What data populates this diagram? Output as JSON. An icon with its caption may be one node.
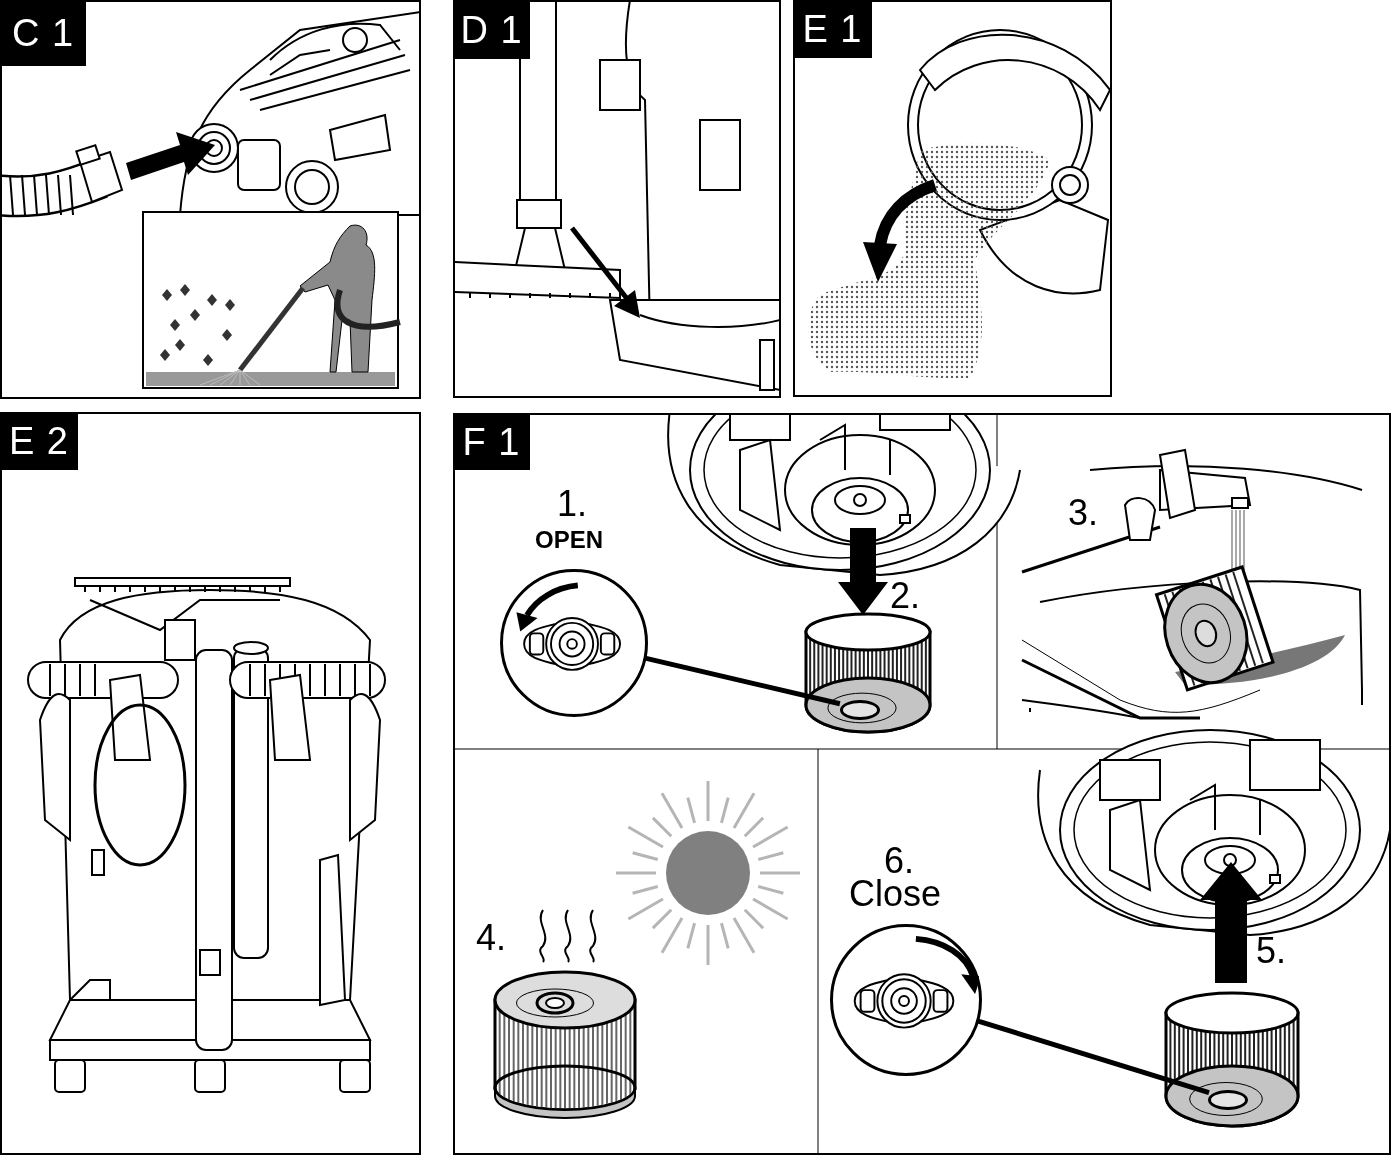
{
  "diagram": {
    "nodes": [
      {
        "text": [
          "C 1"
        ]
      },
      {
        "text": [
          "D 1"
        ]
      },
      {
        "text": [
          "E 1"
        ]
      },
      {
        "text": [
          "E 2"
        ]
      },
      {
        "text": [
          "F 1"
        ]
      },
      {
        "text": [],
        "shape": "circle",
        "in": 4
      },
      {
        "text": [],
        "shape": "circle",
        "in": 4
      },
      {
        "text": [],
        "shape": "circle",
        "in": 4
      },
      {
        "text": [],
        "shape": "circle",
        "in": 4
      }
    ],
    "edges": [
      {
        "from": 5,
        "to": 6,
        "arrow": "none"
      },
      {
        "from": 7,
        "to": 8,
        "arrow": "none"
      }
    ],
    "labels": [
      "1.",
      "OPEN",
      "2.",
      "3.",
      "4.",
      "6.",
      "Close",
      "5."
    ]
  }
}
